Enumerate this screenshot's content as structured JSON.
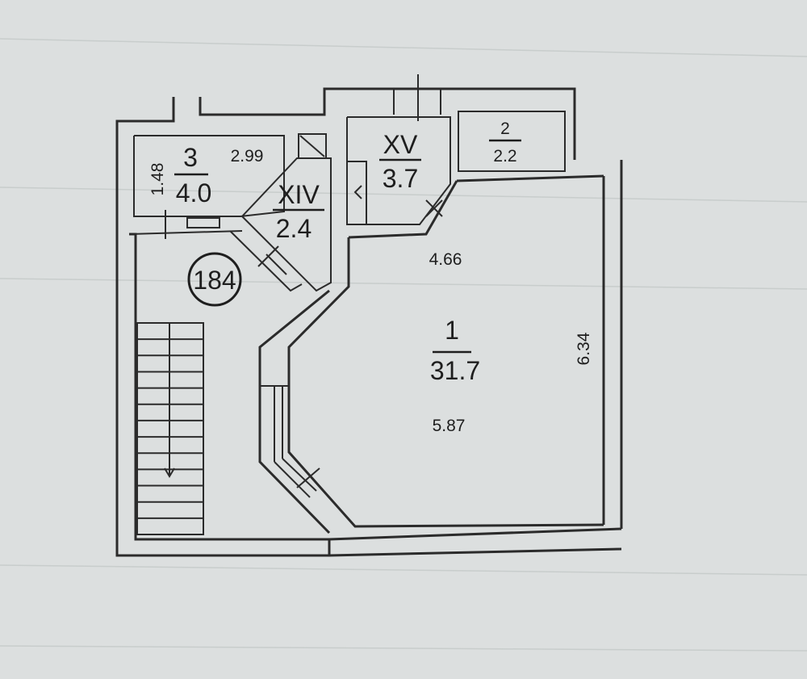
{
  "plan": {
    "building_number": "184",
    "colors": {
      "paper": "#dfe3e2",
      "ink": "#2b2b2b"
    },
    "rooms": [
      {
        "id": "1",
        "area": "31.7"
      },
      {
        "id": "2",
        "area": "2.2"
      },
      {
        "id": "3",
        "area": "4.0"
      },
      {
        "id": "XIV",
        "area": "2.4"
      },
      {
        "id": "XV",
        "area": "3.7"
      }
    ],
    "dimensions": {
      "room1_top": "4.66",
      "room1_bottom": "5.87",
      "room1_right": "6.34",
      "room3_width": "2.99",
      "room3_height": "1.48"
    },
    "stairs": {
      "icon": "stair-down-arrow-icon"
    }
  }
}
